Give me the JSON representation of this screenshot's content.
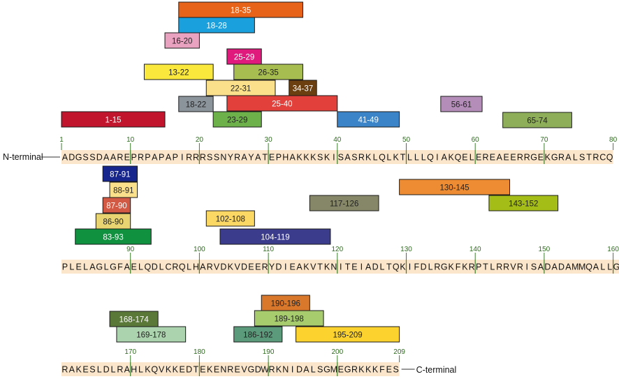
{
  "sequence": {
    "n_terminal_label": "N-terminal",
    "c_terminal_label": "C-terminal",
    "rows": [
      {
        "start": 1,
        "residues": "ADGSSDAAREPRPAPAPIRRRSSNYRAYATEPHAKKKSKISASRKLQLKTLLLQIAKQELEREAEERRGEKGRALSTRCQ",
        "ticks": [
          1,
          10,
          20,
          30,
          40,
          50,
          60,
          70,
          80
        ]
      },
      {
        "start": 81,
        "residues": "PLELAGLGFAELQDLCRQLHARVDKVDEERYDIEAKVTKNITEIADLTQKIFDLRGKFKRPTLRRVRISADADAMMQALLGA",
        "ticks": [
          90,
          100,
          110,
          120,
          130,
          140,
          150,
          160
        ]
      },
      {
        "start": 161,
        "residues": "RAKESLDLRAHLKQVKKEDTEKENREVGDWRKNIDALSGMEGRKKKFES",
        "ticks": [
          170,
          180,
          190,
          200,
          209
        ]
      }
    ]
  },
  "peptides": [
    {
      "label": "18-35",
      "start": 18,
      "end": 35,
      "color": "#e8631a",
      "text_color": "#ffffff"
    },
    {
      "label": "18-28",
      "start": 18,
      "end": 28,
      "color": "#1aa0dc",
      "text_color": "#ffffff"
    },
    {
      "label": "16-20",
      "start": 16,
      "end": 20,
      "color": "#e9a3c0",
      "text_color": "#222222"
    },
    {
      "label": "25-29",
      "start": 25,
      "end": 29,
      "color": "#e0197d",
      "text_color": "#ffffff"
    },
    {
      "label": "13-22",
      "start": 13,
      "end": 22,
      "color": "#fbe83c",
      "text_color": "#222222"
    },
    {
      "label": "26-35",
      "start": 26,
      "end": 35,
      "color": "#a7bd4f",
      "text_color": "#222222"
    },
    {
      "label": "22-31",
      "start": 22,
      "end": 31,
      "color": "#fbe08c",
      "text_color": "#222222"
    },
    {
      "label": "34-37",
      "start": 34,
      "end": 37,
      "color": "#6b3f0f",
      "text_color": "#ffffff"
    },
    {
      "label": "18-22",
      "start": 18,
      "end": 22,
      "color": "#8c949b",
      "text_color": "#222222"
    },
    {
      "label": "25-40",
      "start": 25,
      "end": 40,
      "color": "#e2403a",
      "text_color": "#ffffff"
    },
    {
      "label": "1-15",
      "start": 1,
      "end": 15,
      "color": "#c0152d",
      "text_color": "#ffffff"
    },
    {
      "label": "23-29",
      "start": 23,
      "end": 29,
      "color": "#6db14a",
      "text_color": "#222222"
    },
    {
      "label": "41-49",
      "start": 41,
      "end": 49,
      "color": "#3b84c7",
      "text_color": "#ffffff"
    },
    {
      "label": "56-61",
      "start": 56,
      "end": 61,
      "color": "#b48eb8",
      "text_color": "#222222"
    },
    {
      "label": "65-74",
      "start": 65,
      "end": 74,
      "color": "#8fae5a",
      "text_color": "#222222"
    },
    {
      "label": "87-91",
      "start": 87,
      "end": 91,
      "color": "#17268c",
      "text_color": "#ffffff"
    },
    {
      "label": "88-91",
      "start": 88,
      "end": 91,
      "color": "#fbe08c",
      "text_color": "#222222"
    },
    {
      "label": "87-90",
      "start": 87,
      "end": 90,
      "color": "#d25a45",
      "text_color": "#ffffff"
    },
    {
      "label": "86-90",
      "start": 86,
      "end": 90,
      "color": "#e8d470",
      "text_color": "#222222"
    },
    {
      "label": "83-93",
      "start": 83,
      "end": 93,
      "color": "#0f9140",
      "text_color": "#ffffff"
    },
    {
      "label": "102-108",
      "start": 102,
      "end": 108,
      "color": "#fbd764",
      "text_color": "#222222"
    },
    {
      "label": "104-119",
      "start": 104,
      "end": 119,
      "color": "#3c3c8c",
      "text_color": "#ffffff"
    },
    {
      "label": "117-126",
      "start": 117,
      "end": 126,
      "color": "#858768",
      "text_color": "#222222"
    },
    {
      "label": "130-145",
      "start": 130,
      "end": 145,
      "color": "#ee8c33",
      "text_color": "#222222"
    },
    {
      "label": "143-152",
      "start": 143,
      "end": 152,
      "color": "#a5bd17",
      "text_color": "#222222"
    },
    {
      "label": "190-196",
      "start": 190,
      "end": 196,
      "color": "#d9772a",
      "text_color": "#222222"
    },
    {
      "label": "189-198",
      "start": 189,
      "end": 198,
      "color": "#a6cc6e",
      "text_color": "#222222"
    },
    {
      "label": "168-174",
      "start": 168,
      "end": 174,
      "color": "#5a7838",
      "text_color": "#ffffff"
    },
    {
      "label": "169-178",
      "start": 169,
      "end": 178,
      "color": "#abd3ad",
      "text_color": "#222222"
    },
    {
      "label": "186-192",
      "start": 186,
      "end": 192,
      "color": "#5b9b7b",
      "text_color": "#222222"
    },
    {
      "label": "195-209",
      "start": 195,
      "end": 209,
      "color": "#fcd32e",
      "text_color": "#222222"
    }
  ],
  "colors": {
    "sequence_band": "#fbe6cc",
    "separator": "#3c7f2c",
    "tick": "#3c7f2c"
  }
}
